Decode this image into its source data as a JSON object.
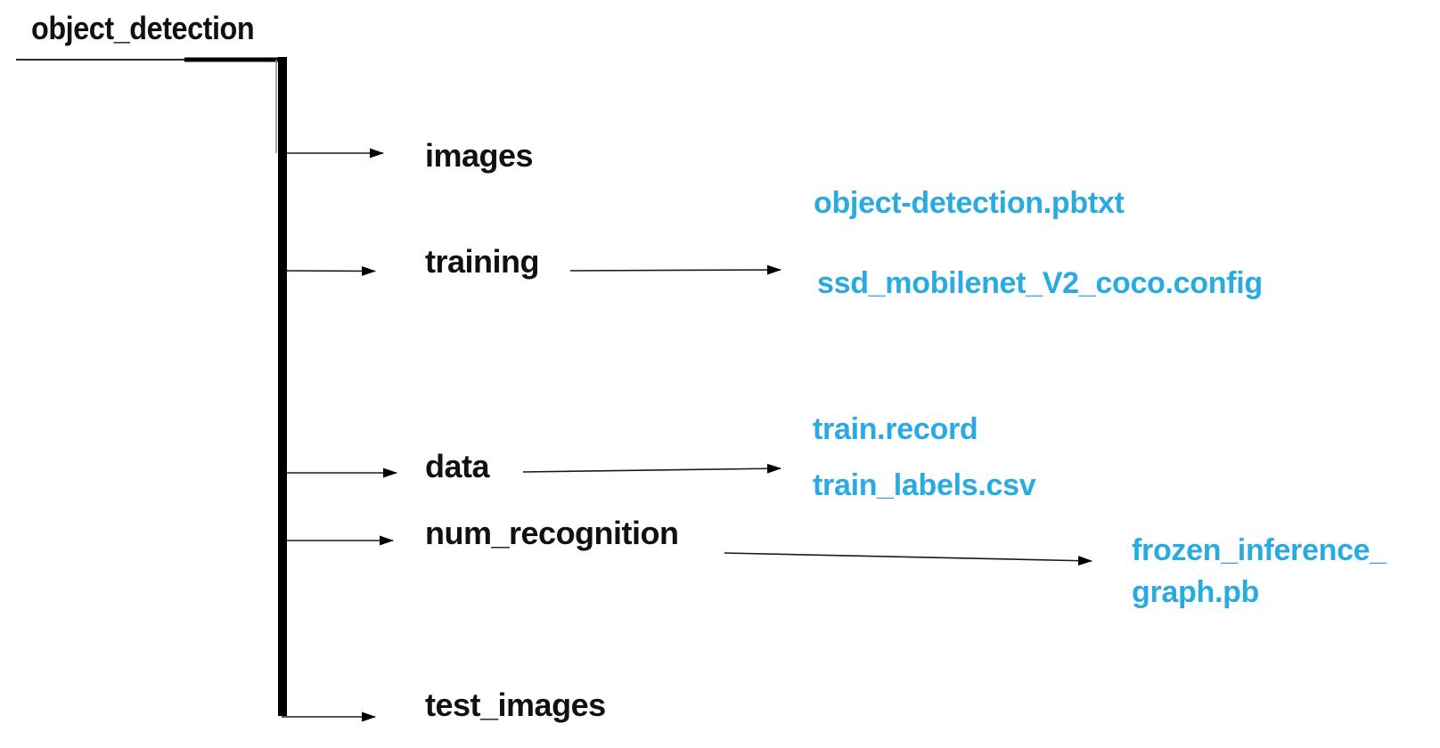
{
  "diagram": {
    "title": "object_detection",
    "colors": {
      "file_text": "#29abe2",
      "folder_text": "#111111",
      "line": "#000000"
    },
    "folders": [
      {
        "name": "images",
        "files": []
      },
      {
        "name": "training",
        "files": [
          "object-detection.pbtxt",
          "ssd_mobilenet_V2_coco.config"
        ]
      },
      {
        "name": "data",
        "files": [
          "train.record",
          "train_labels.csv"
        ]
      },
      {
        "name": "num_recognition",
        "files": [
          "frozen_inference_\ngraph.pb"
        ]
      },
      {
        "name": "test_images",
        "files": []
      }
    ]
  }
}
